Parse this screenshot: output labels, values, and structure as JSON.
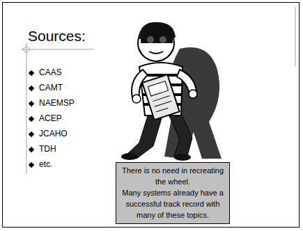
{
  "diagram": {
    "title": "Sources:",
    "nodes": [
      {
        "text": [
          "There is no need in recreating the wheel.",
          "Many systems already have a successful track record with many of these topics."
        ]
      }
    ],
    "labels": [
      "CAAS",
      "CAMT",
      "NAEMSP",
      "ACEP",
      "JCAHO",
      "TDH",
      "etc."
    ]
  }
}
